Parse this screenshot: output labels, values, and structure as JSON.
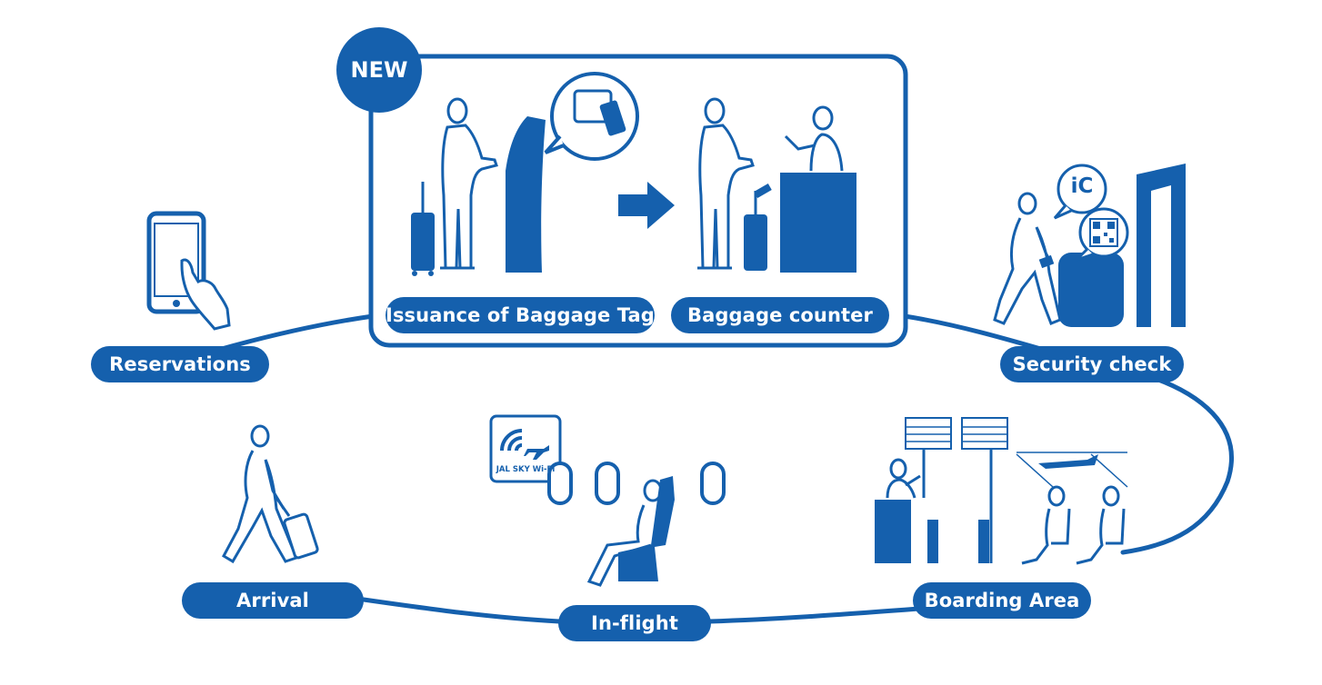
{
  "colors": {
    "brand_blue": "#1560ad",
    "background": "#ffffff"
  },
  "badge": {
    "label": "NEW"
  },
  "steps": {
    "reservations": "Reservations",
    "baggage_tag": "Issuance of Baggage Tag",
    "baggage_counter": "Baggage counter",
    "security_check": "Security check",
    "boarding_area": "Boarding Area",
    "in_flight": "In-flight",
    "arrival": "Arrival"
  },
  "wifi_sign": {
    "label": "JAL SKY Wi-Fi"
  },
  "ic_bubble": {
    "label": "iC"
  }
}
